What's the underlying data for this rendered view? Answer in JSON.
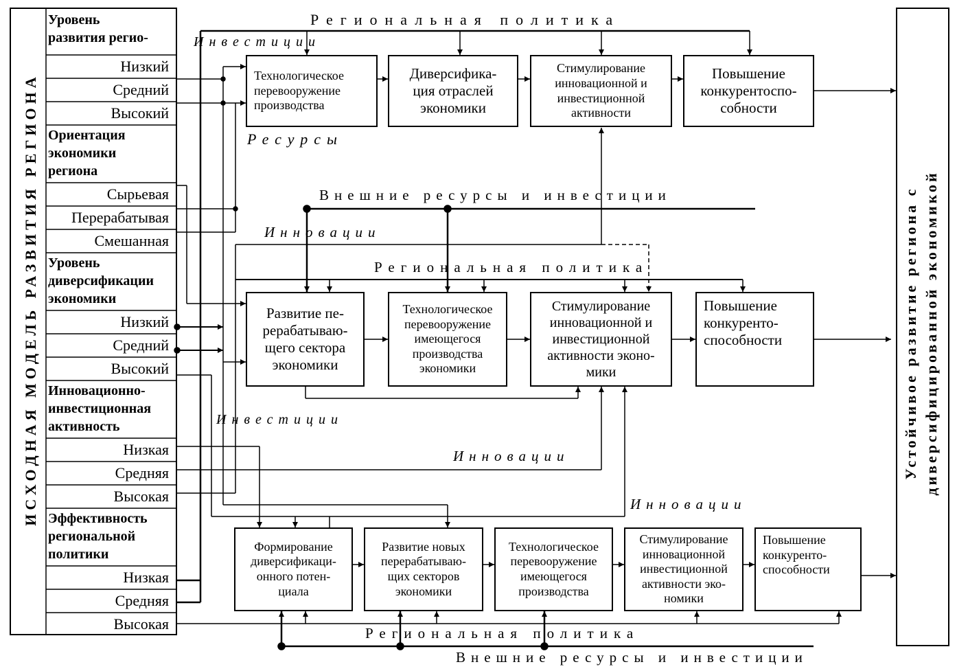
{
  "left_panel": {
    "title": "ИСХОДНАЯ МОДЕЛЬ РАЗВИТИЯ РЕГИОНА",
    "groups": [
      {
        "header_lines": [
          "Уровень",
          "развития регио-"
        ],
        "items": [
          "Низкий",
          "Средний",
          "Высокий"
        ]
      },
      {
        "header_lines": [
          "Ориентация",
          "экономики",
          "региона"
        ],
        "items": [
          "Сырьевая",
          "Перерабатывая",
          "Смешанная"
        ]
      },
      {
        "header_lines": [
          "Уровень",
          "диверсификации",
          "экономики"
        ],
        "items": [
          "Низкий",
          "Средний",
          "Высокий"
        ]
      },
      {
        "header_lines": [
          "Инновационно-",
          "инвестиционная",
          "активность"
        ],
        "items": [
          "Низкая",
          "Средняя",
          "Высокая"
        ]
      },
      {
        "header_lines": [
          "Эффективность",
          "региональной",
          "политики"
        ],
        "items": [
          "Низкая",
          "Средняя",
          "Высокая"
        ]
      }
    ]
  },
  "right_panel": {
    "title_lines": [
      "Устойчивое развитие региона с",
      "диверсифицированной экономикой"
    ]
  },
  "row1": {
    "boxes": [
      {
        "lines": [
          "Технологическое",
          "перевооружение",
          "производства"
        ]
      },
      {
        "lines": [
          "Диверсифика-",
          "ция отраслей",
          "экономики"
        ]
      },
      {
        "lines": [
          "Стимулирование",
          "инновационной и",
          "инвестиционной",
          "активности"
        ]
      },
      {
        "lines": [
          "Повышение",
          "конкурентоспо-",
          "собности"
        ]
      }
    ]
  },
  "row2": {
    "boxes": [
      {
        "lines": [
          "Развитие пе-",
          "рерабатываю-",
          "щего сектора",
          "экономики"
        ]
      },
      {
        "lines": [
          "Технологическое",
          "перевооружение",
          "имеющегося",
          "производства",
          "экономики"
        ]
      },
      {
        "lines": [
          "Стимулирование",
          "инновационной и",
          "инвестиционной",
          "активности эконо-",
          "мики"
        ]
      },
      {
        "lines": [
          "Повышение",
          "конкуренто-",
          "способности"
        ]
      }
    ]
  },
  "row3": {
    "boxes": [
      {
        "lines": [
          "Формирование",
          "диверсификаци-",
          "онного потен-",
          "циала"
        ]
      },
      {
        "lines": [
          "Развитие новых",
          "перерабатываю-",
          "щих секторов",
          "экономики"
        ]
      },
      {
        "lines": [
          "Технологическое",
          "перевооружение",
          "имеющегося",
          "производства"
        ]
      },
      {
        "lines": [
          "Стимулирование",
          "инновационной",
          "инвестиционной",
          "активности эко-",
          "номики"
        ]
      },
      {
        "lines": [
          "Повышение",
          "конкуренто-",
          "способности"
        ]
      }
    ]
  },
  "labels": {
    "regional_policy_top": "Региональная политика",
    "investments_top": "Инвестиции",
    "resources": "Ресурсы",
    "external_top": "Внешние ресурсы и инвестиции",
    "innovations_1": "Инновации",
    "regional_policy_mid": "Региональная политика",
    "investments_mid": "Инвестиции",
    "innovations_2": "Инновации",
    "innovations_3": "Инновации",
    "regional_policy_bottom": "Региональная политика",
    "external_bottom": "Внешние ресурсы и инвестиции"
  }
}
